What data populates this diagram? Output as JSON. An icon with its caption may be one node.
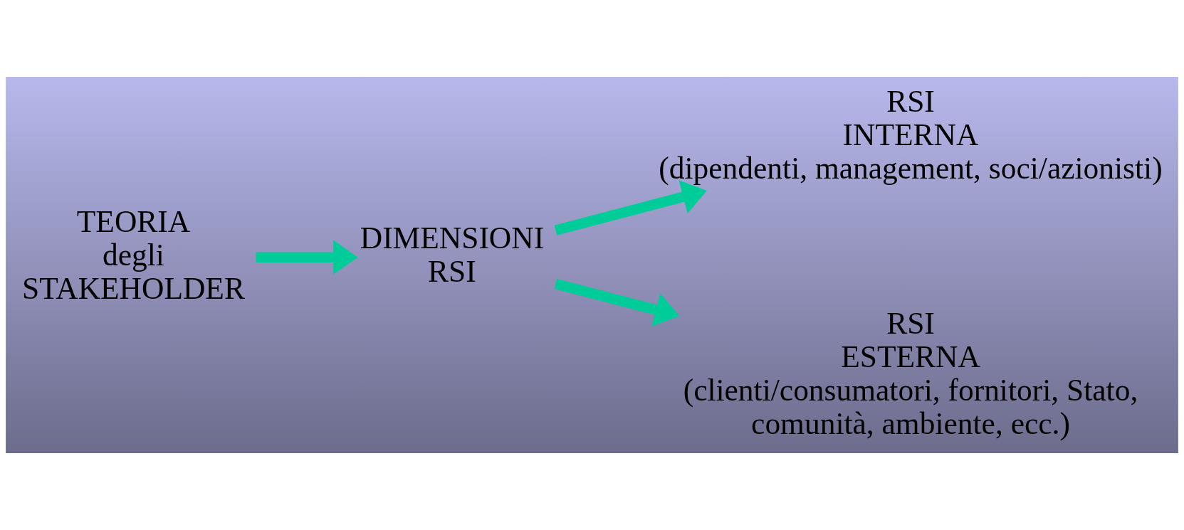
{
  "diagram": {
    "nodes": [
      {
        "text": [
          "TEORIA degli STAKEHOLDER"
        ]
      },
      {
        "text": [
          "DIMENSIONI RSI"
        ]
      },
      {
        "text": [
          "RSI INTERNA",
          "(dipendenti, management, soci/azionisti)"
        ]
      },
      {
        "text": [
          "RSI ESTERNA",
          "(clienti/consumatori, fornitori, Stato, comunità, ambiente, ecc.)"
        ]
      }
    ],
    "edges": [
      {
        "from": 0,
        "to": 1,
        "arrow": "to"
      },
      {
        "from": 1,
        "to": 2,
        "arrow": "to"
      },
      {
        "from": 1,
        "to": 3,
        "arrow": "to"
      }
    ]
  }
}
